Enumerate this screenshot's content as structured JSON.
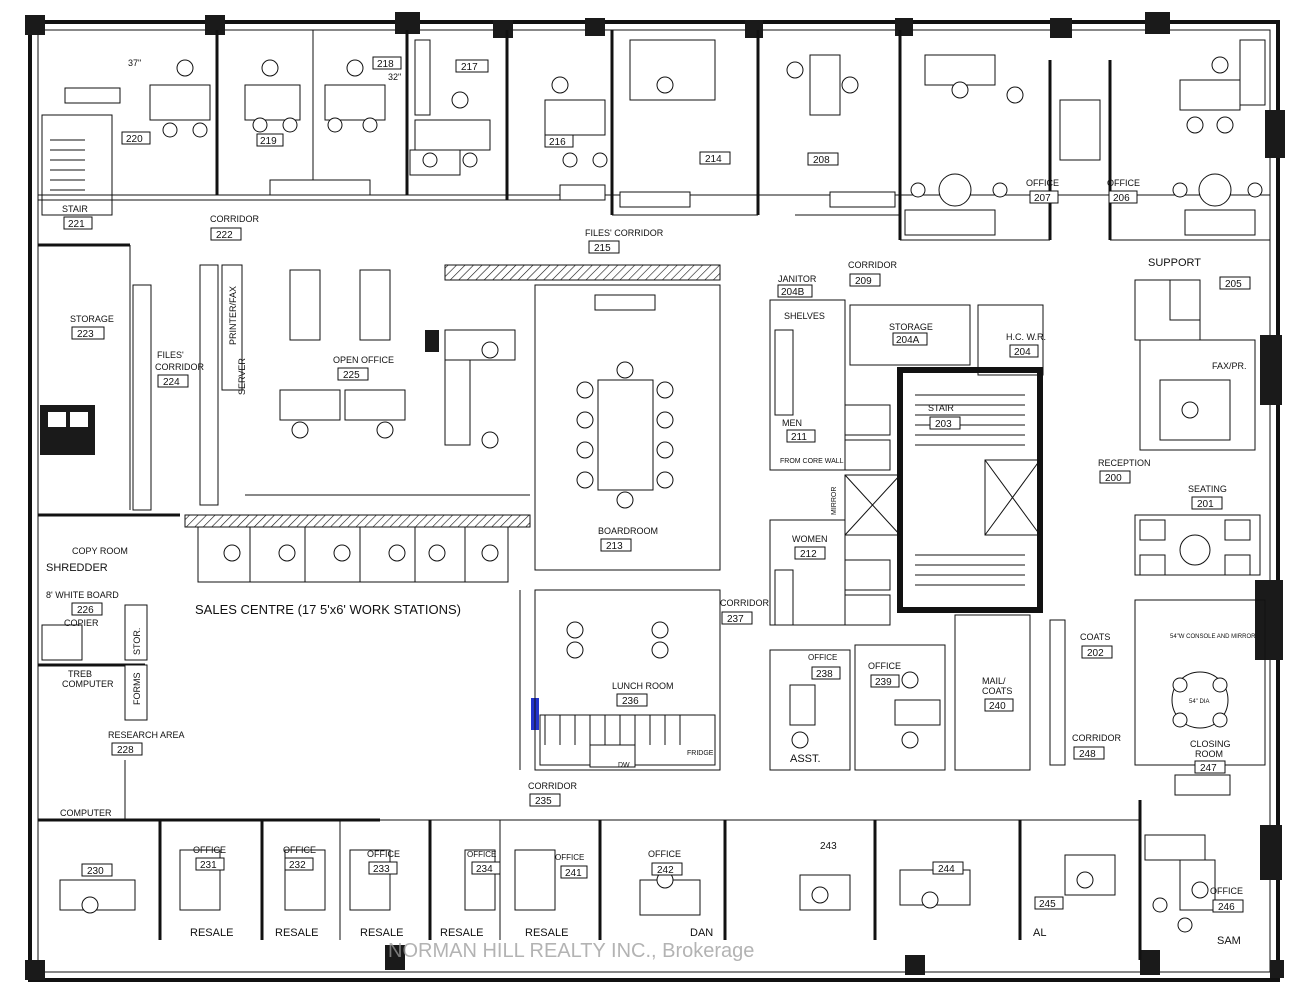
{
  "watermark": "NORMAN HILL REALTY INC., Brokerage",
  "dimensions": {
    "d37": "37\"",
    "d32": "32\""
  },
  "rooms": {
    "r220": "220",
    "r219": "219",
    "r218": "218",
    "r217": "217",
    "r216": "216",
    "r214": "214",
    "r208": "208",
    "r207_label": "OFFICE",
    "r207": "207",
    "r206_label": "OFFICE",
    "r206": "206",
    "r221_label": "STAIR",
    "r221": "221",
    "r222_label": "CORRIDOR",
    "r222": "222",
    "r215_label": "FILES' CORRIDOR",
    "r215": "215",
    "r209_label": "CORRIDOR",
    "r209": "209",
    "r204b_label": "JANITOR",
    "r204b": "204B",
    "shelves": "SHELVES",
    "r204a_label": "STORAGE",
    "r204a": "204A",
    "r204_label": "H.C. W.R.",
    "r204": "204",
    "support": "SUPPORT",
    "r205": "205",
    "faxpr": "FAX/PR.",
    "r223_label": "STORAGE",
    "r223": "223",
    "r224_label1": "FILES'",
    "r224_label2": "CORRIDOR",
    "r224": "224",
    "printer": "PRINTER/FAX",
    "server": "SERVER",
    "r225_label": "OPEN OFFICE",
    "r225": "225",
    "r211_label": "MEN",
    "r211": "211",
    "core_wall": "FROM CORE WALL",
    "r203_label": "STAIR",
    "r203": "203",
    "r200_label": "RECEPTION",
    "r200": "200",
    "r201_label": "SEATING",
    "r201": "201",
    "mirror": "MIRROR",
    "r213_label": "BOARDROOM",
    "r213": "213",
    "r212_label": "WOMEN",
    "r212": "212",
    "copy_room": "COPY ROOM",
    "shredder": "SHREDDER",
    "whiteboard": "8' WHITE BOARD",
    "r226": "226",
    "copier": "COPIER",
    "stor": "STOR.",
    "forms": "FORMS",
    "sales_centre": "SALES CENTRE (17  5'x6' WORK STATIONS)",
    "r237_label": "CORRIDOR",
    "r237": "237",
    "r202_label": "COATS",
    "r202": "202",
    "console": "54\"W CONSOLE AND MIRROR",
    "treb1": "TREB",
    "treb2": "COMPUTER",
    "r228_label": "RESEARCH AREA",
    "r228": "228",
    "r236_label": "LUNCH ROOM",
    "r236": "236",
    "fridge": "FRIDGE",
    "dw": "DW",
    "r238_label": "OFFICE",
    "r238": "238",
    "r239_label": "OFFICE",
    "r239": "239",
    "r240_label1": "MAIL/",
    "r240_label2": "COATS",
    "r240": "240",
    "dia": "54\" DIA",
    "r248_label": "CORRIDOR",
    "r248": "248",
    "r247_label1": "CLOSING",
    "r247_label2": "ROOM",
    "r247": "247",
    "asst": "ASST.",
    "r235_label": "CORRIDOR",
    "r235": "235",
    "computer": "COMPUTER",
    "r230": "230",
    "r231_label": "OFFICE",
    "r231": "231",
    "r232_label": "OFFICE",
    "r232": "232",
    "r233_label": "OFFICE",
    "r233": "233",
    "r234_label": "OFFICE",
    "r234": "234",
    "r241_label": "OFFICE",
    "r241": "241",
    "r242_label": "OFFICE",
    "r242": "242",
    "r243": "243",
    "r244": "244",
    "r245": "245",
    "r246_label": "OFFICE",
    "r246": "246",
    "resale": "RESALE",
    "dan": "DAN",
    "al": "AL",
    "sam": "SAM"
  }
}
